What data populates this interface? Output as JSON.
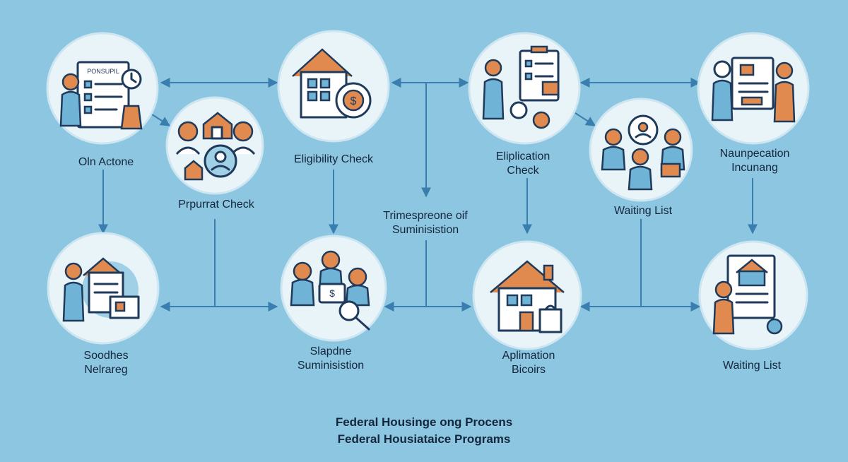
{
  "diagram": {
    "nodes": [
      {
        "id": "n1",
        "lines": [
          "Oln Actone"
        ],
        "sign_text": "PONSUPIL",
        "icon": "checklist-person-icon"
      },
      {
        "id": "n2",
        "lines": [
          "Prpurrat Check"
        ],
        "icon": "family-house-icon"
      },
      {
        "id": "n3",
        "lines": [
          "Eligibility Check"
        ],
        "icon": "house-coin-icon"
      },
      {
        "id": "n4",
        "lines": [
          "Eliplication",
          "Check"
        ],
        "icon": "document-gears-icon"
      },
      {
        "id": "n5",
        "lines": [
          "Waiting List"
        ],
        "icon": "team-gear-icon"
      },
      {
        "id": "n6",
        "lines": [
          "Naunpecation",
          "Incunang"
        ],
        "icon": "presentation-people-icon"
      },
      {
        "id": "n7",
        "lines": [
          "Soodhes",
          "Nelrareg"
        ],
        "icon": "house-person-icon"
      },
      {
        "id": "n8",
        "lines": [
          "Slapdne",
          "Suminisistion"
        ],
        "icon": "people-search-icon"
      },
      {
        "id": "n9",
        "lines": [
          "Aplimation",
          "Bicoirs"
        ],
        "icon": "house-bag-icon"
      },
      {
        "id": "n10",
        "lines": [
          "Waiting List"
        ],
        "icon": "person-board-icon"
      }
    ],
    "center_label": [
      "Trimespreone oif",
      "Suminisistion"
    ],
    "footer": [
      "Federal Housinge ong Procens",
      "Federal Housiataice Programs"
    ]
  },
  "colors": {
    "background": "#8cc6e0",
    "circle": "#e9f4f9",
    "accent_orange": "#e08a4f",
    "ink": "#1f3a5a",
    "connector": "#3a7eb0"
  }
}
